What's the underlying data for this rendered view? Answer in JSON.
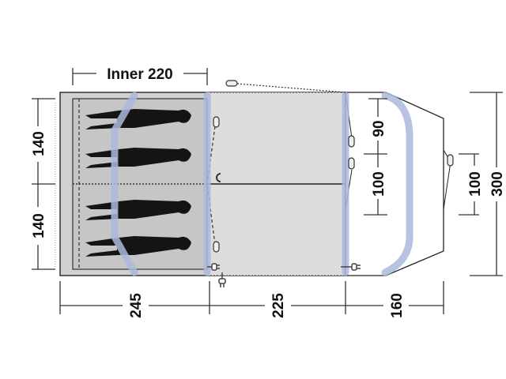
{
  "title": "Tent floor plan",
  "dimensions": {
    "inner": "Inner 220",
    "left_upper": "140",
    "left_lower": "140",
    "bottom_bedroom": "245",
    "bottom_living": "225",
    "bottom_porch": "160",
    "porch_upper": "90",
    "porch_lower": "100",
    "porch_door": "100",
    "total_width": "300"
  },
  "colors": {
    "bedroom": "#c8c9c8",
    "living": "#dcdddc",
    "pole": "#aab9db",
    "outline": "#333333"
  },
  "sleeping_places": 4
}
